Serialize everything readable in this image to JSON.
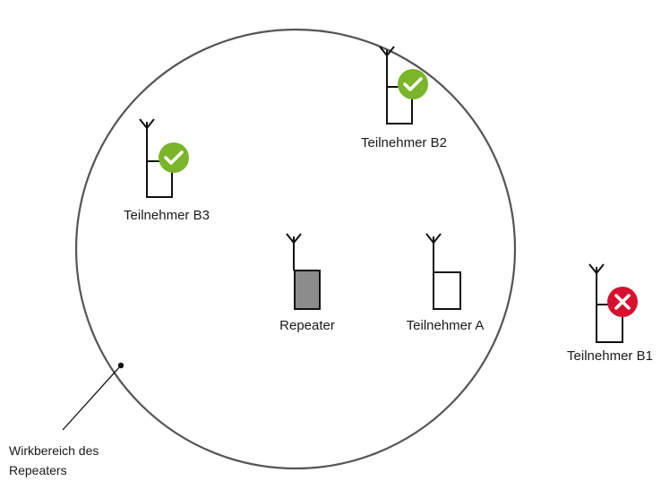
{
  "colors": {
    "line": "#111111",
    "circle": "#555555",
    "repeater_fill": "#8c8c8c",
    "ok": "#7ab52a",
    "fail": "#d7102e"
  },
  "icons": {
    "ok": "check-icon",
    "fail": "cross-icon",
    "antenna": "antenna-icon"
  },
  "nodes": {
    "b3": {
      "label": "Teilnehmer B3",
      "status": "in-range"
    },
    "b2": {
      "label": "Teilnehmer B2",
      "status": "in-range"
    },
    "repeater": {
      "label": "Repeater"
    },
    "a": {
      "label": "Teilnehmer A"
    },
    "b1": {
      "label": "Teilnehmer B1",
      "status": "out-of-range"
    }
  },
  "range_label": {
    "line1": "Wirkbereich des",
    "line2": "Repeaters"
  }
}
